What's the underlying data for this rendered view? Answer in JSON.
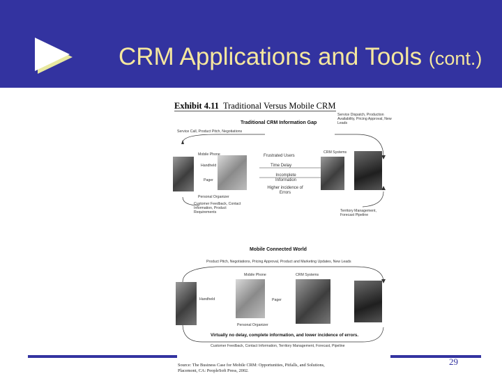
{
  "slide": {
    "title_main": "CRM Applications and Tools",
    "title_suffix": "(cont.)",
    "page_number": "29"
  },
  "exhibit": {
    "number": "Exhibit 4.11",
    "title": "Traditional Versus Mobile CRM",
    "top": {
      "heading": "Traditional CRM Information Gap",
      "top_left_label": "Service Call, Product Pitch, Negotiations",
      "top_right_label": "Service Dispatch, Production Availability, Pricing Approval, New Leads",
      "devices": [
        "Mobile Phone",
        "Handheld",
        "Pager",
        "Personal Organizer"
      ],
      "crm_systems": "CRM Systems",
      "gap_items": [
        "Frustrated Users",
        "Time Delay",
        "Incomplete Information",
        "Higher incidence of Errors"
      ],
      "bottom_left_label": "Customer Feedback, Contact Information, Product Requirements",
      "bottom_right_label": "Territory Management, Forecast Pipeline"
    },
    "bottom": {
      "heading": "Mobile Connected World",
      "top_label": "Product Pitch, Negotiations, Pricing Approval, Product and Marketing Updates, New Leads",
      "mobile_phone": "Mobile Phone",
      "crm_systems": "CRM Systems",
      "handheld": "Handheld",
      "pager": "Pager",
      "personal_organizer": "Personal Organizer",
      "summary": "Virtually no delay, complete information, and lower incidence of errors.",
      "bottom_label": "Customer Feedback, Contact Information, Territory Management, Forecast, Pipeline"
    },
    "source": "Source: The Business Case for Mobile CRM: Opportunities, Pitfalls, and Solutions, Placemont, CA: PeopleSoft Press, 2002."
  }
}
